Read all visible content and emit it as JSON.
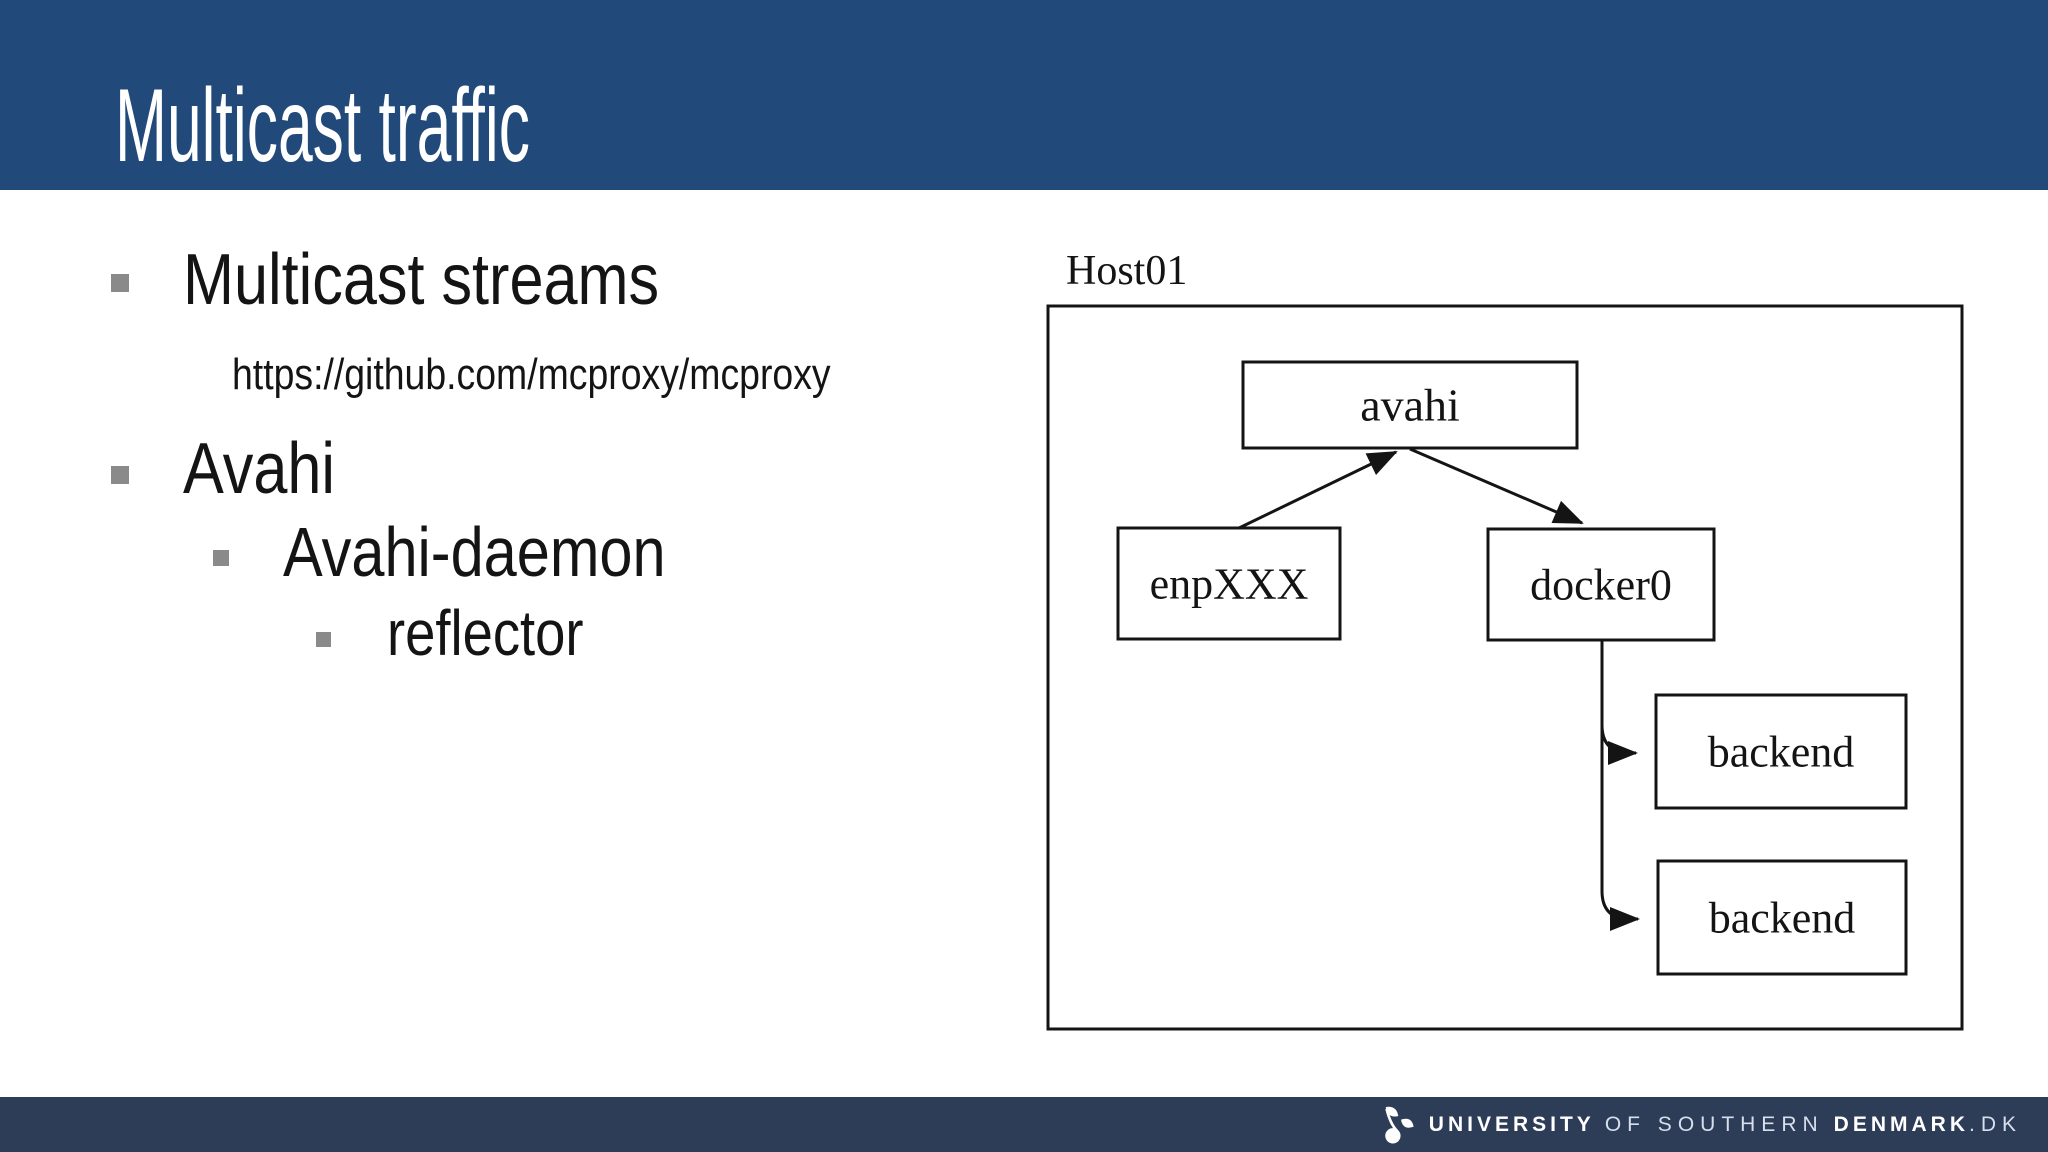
{
  "slide": {
    "title": "Multicast traffic",
    "bullets": {
      "item1": "Multicast streams",
      "link": "https://github.com/mcproxy/mcproxy",
      "item2": "Avahi",
      "sub1": "Avahi-daemon",
      "sub2": "reflector"
    }
  },
  "diagram": {
    "host_label": "Host01",
    "nodes": {
      "avahi": "avahi",
      "enp": "enpXXX",
      "docker": "docker0",
      "backend1": "backend",
      "backend2": "backend"
    }
  },
  "footer": {
    "university": "UNIVERSITY",
    "of_southern": "OF SOUTHERN",
    "denmark": "DENMARK",
    "dk": ".DK"
  },
  "colors": {
    "header_blue": "#21497A",
    "footer_navy": "#2E3D57",
    "bullet_gray": "#8A8A8A",
    "ink": "#141414"
  }
}
